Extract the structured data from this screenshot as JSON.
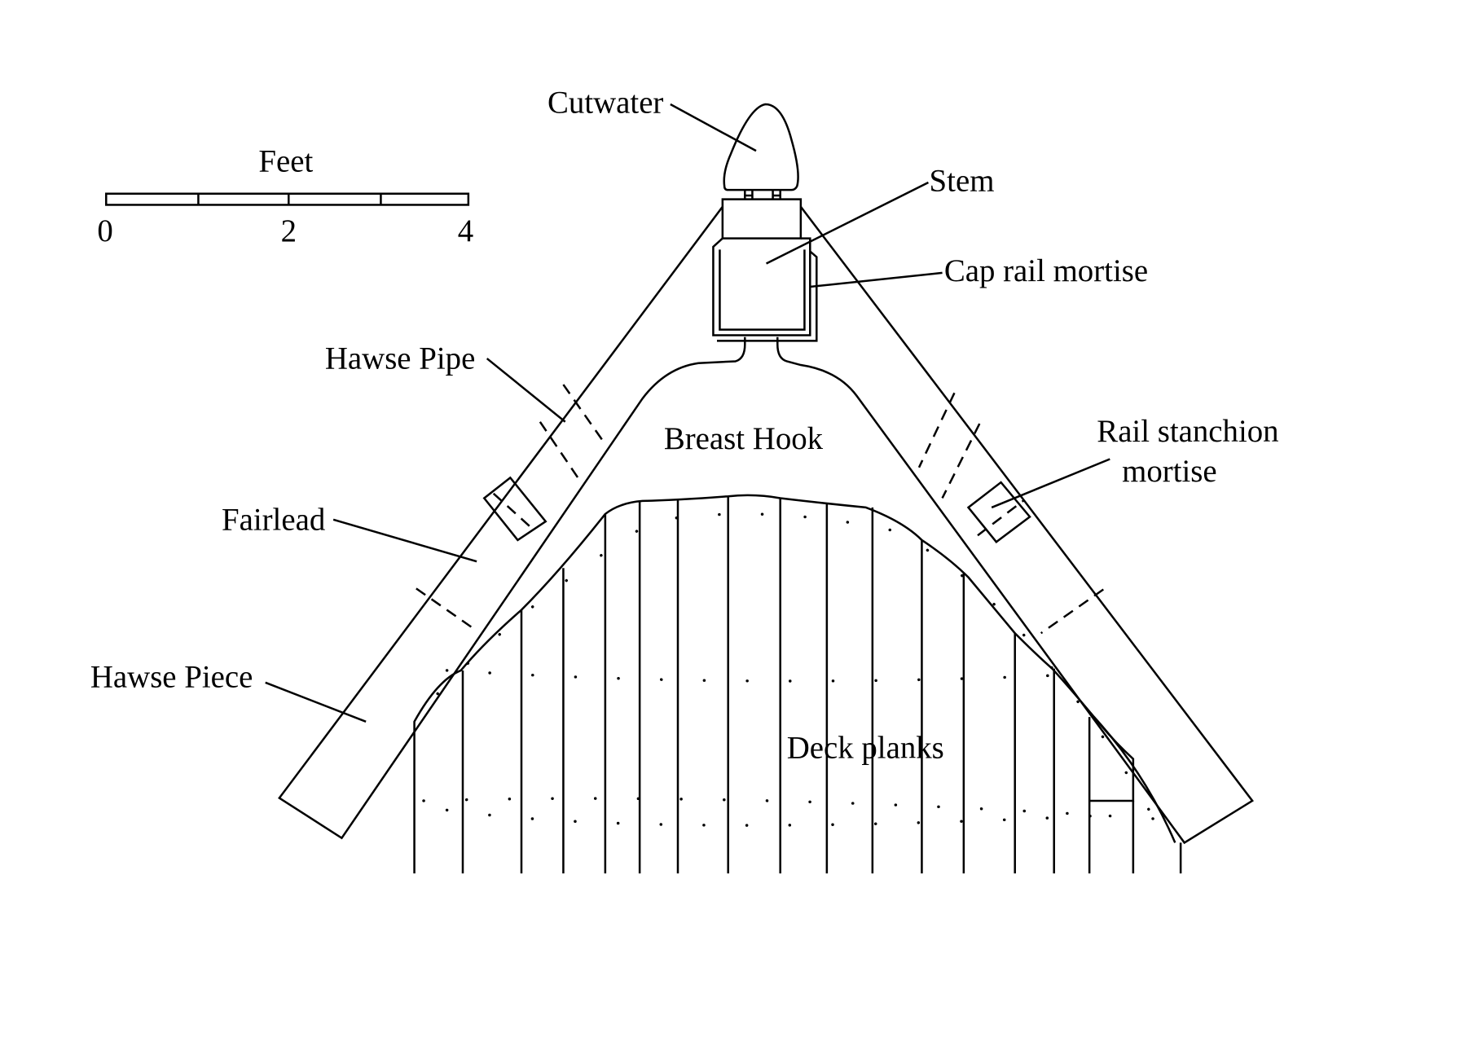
{
  "scale_bar": {
    "title": "Feet",
    "ticks": [
      "0",
      "2",
      "4"
    ]
  },
  "labels": {
    "cutwater": "Cutwater",
    "stem": "Stem",
    "cap_rail_mortise": "Cap rail mortise",
    "hawse_pipe": "Hawse Pipe",
    "breast_hook": "Breast Hook",
    "rail_stanchion_mortise_1": "Rail stanchion",
    "rail_stanchion_mortise_2": "mortise",
    "fairlead": "Fairlead",
    "hawse_piece": "Hawse Piece",
    "deck_planks": "Deck planks"
  }
}
